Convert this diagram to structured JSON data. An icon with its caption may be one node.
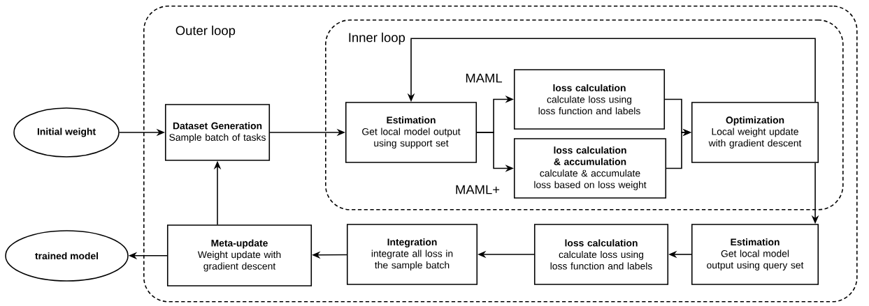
{
  "diagram": {
    "nodes": [
      {
        "text": [
          "Outer loop"
        ]
      },
      {
        "text": [
          "Inner loop"
        ],
        "in": 0
      },
      {
        "text": [
          "Initial weight"
        ]
      },
      {
        "text": [
          "Dataset Generation",
          "Sample batch of tasks"
        ],
        "in": 0
      },
      {
        "text": [
          "Estimation",
          "Get local model output using support set"
        ],
        "in": 1
      },
      {
        "text": [
          "loss calculation",
          "calculate loss using loss function and labels"
        ],
        "in": 1
      },
      {
        "text": [
          "loss calculation & accumulation",
          "calculate & accumulate loss based on loss weight"
        ],
        "in": 1
      },
      {
        "text": [
          "Optimization",
          "Local weight update with gradient descent"
        ],
        "in": 1
      },
      {
        "text": [
          "Estimation",
          "Get local model output using query set"
        ],
        "in": 0
      },
      {
        "text": [
          "loss calculation",
          "calculate loss using loss function and labels"
        ],
        "in": 0
      },
      {
        "text": [
          "Integration",
          "integrate all loss in the sample batch"
        ],
        "in": 0
      },
      {
        "text": [
          "Meta-update",
          "Weight update with gradient descent"
        ],
        "in": 0
      },
      {
        "text": [
          "trained model"
        ]
      }
    ],
    "edges": [
      {
        "from": 2,
        "to": 3,
        "arrow": "to"
      },
      {
        "from": 3,
        "to": 4,
        "arrow": "to"
      },
      {
        "from": 4,
        "to": 5,
        "arrow": "to"
      },
      {
        "from": 4,
        "to": 6,
        "arrow": "to"
      },
      {
        "from": 5,
        "to": 7,
        "arrow": "to"
      },
      {
        "from": 6,
        "to": 7,
        "arrow": "to"
      },
      {
        "from": 7,
        "to": 4,
        "arrow": "to"
      },
      {
        "from": 7,
        "to": 8,
        "arrow": "to"
      },
      {
        "from": 8,
        "to": 9,
        "arrow": "to"
      },
      {
        "from": 9,
        "to": 10,
        "arrow": "to"
      },
      {
        "from": 10,
        "to": 11,
        "arrow": "to"
      },
      {
        "from": 11,
        "to": 3,
        "arrow": "to"
      },
      {
        "from": 11,
        "to": 12,
        "arrow": "to"
      }
    ],
    "labels": [
      "MAML",
      "MAML+"
    ]
  }
}
